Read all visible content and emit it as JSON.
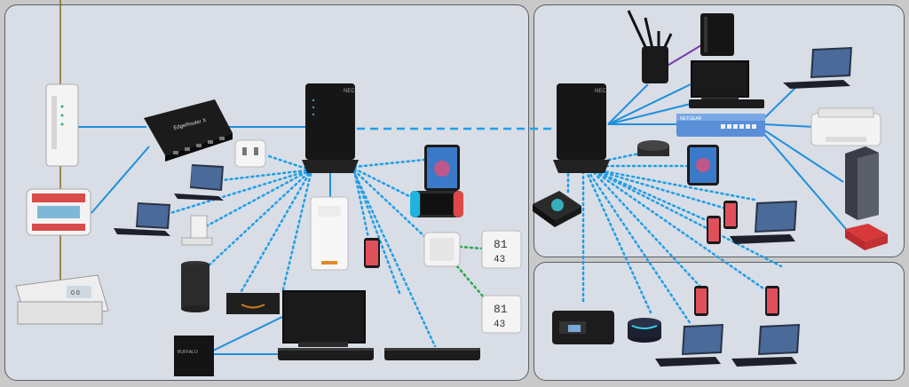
{
  "colors": {
    "panel_bg": "#d8dde6",
    "panel_border": "#5a5f66",
    "wired_link": "#1f8fdc",
    "wifi_link": "#1f9fe6",
    "sensor_link": "#2aa84a",
    "nas_link": "#7a3aa8",
    "phone_line": "#8a6a1a"
  },
  "labels": {
    "edgerouter_brand": "EdgeRouter X",
    "nec_brand": "NEC",
    "switch_brand": "NETGEAR",
    "buffalo_brand": "BUFFALO",
    "thermo_left_top": "81",
    "thermo_left_bottom": "43",
    "thermo_right_top": "81",
    "thermo_right_bottom": "43",
    "fax_keypad_text": "0 0"
  },
  "icons": [
    "onu-icon",
    "edgerouter-icon",
    "smart-plug-icon",
    "router-icon",
    "tablet-icon",
    "switch-console-icon",
    "laptop-icon",
    "game-console-icon",
    "mesh-extender-icon",
    "phone-icon",
    "hub-icon",
    "thermometer-icon",
    "smart-speaker-icon",
    "streaming-stick-icon",
    "tv-icon",
    "blu-ray-recorder-icon",
    "nas-icon",
    "printer-icon",
    "desktop-pc-icon",
    "raspberry-pi-icon",
    "echo-dot-icon",
    "atom-device-icon",
    "fax-icon",
    "phone-adapter-icon"
  ]
}
